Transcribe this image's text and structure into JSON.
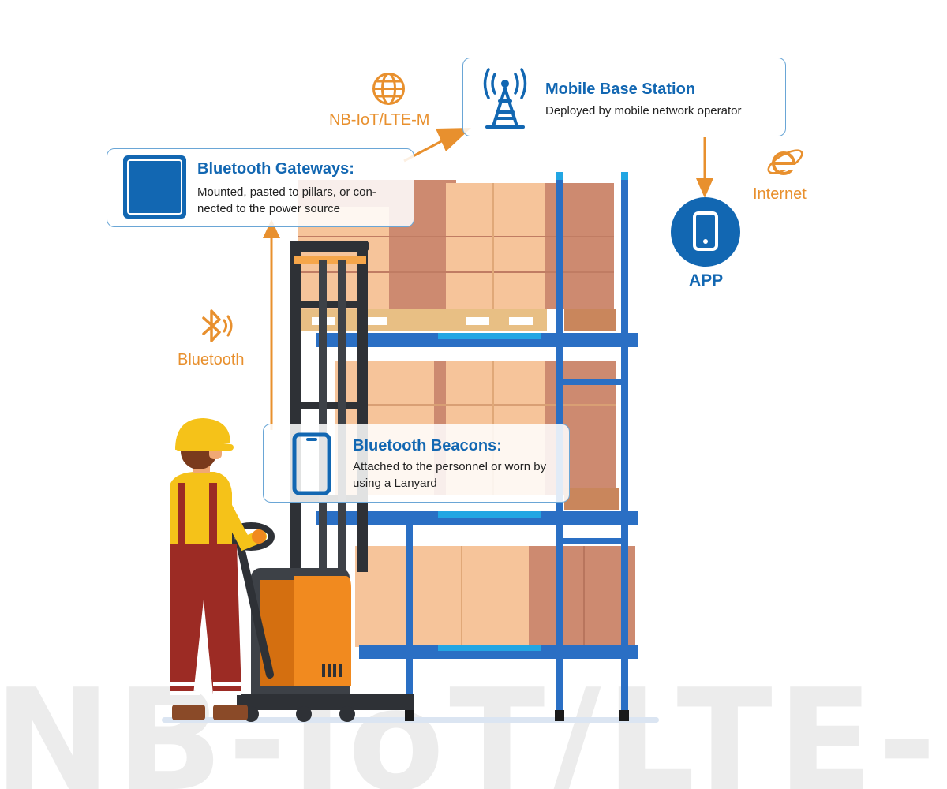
{
  "watermark": "NB-IoT/LTE-M",
  "gateway": {
    "title": "Bluetooth Gateways:",
    "description": "Mounted, pasted to pillars, or con-nected to the power source"
  },
  "base_station": {
    "title": "Mobile Base Station",
    "description": "Deployed by mobile network operator"
  },
  "beacons": {
    "title": "Bluetooth Beacons:",
    "description": "Attached to the personnel or worn by using a Lanyard"
  },
  "labels": {
    "nbiot": "NB-IoT/LTE-M",
    "bluetooth": "Bluetooth",
    "internet": "Internet",
    "app": "APP"
  },
  "icons": {
    "network": "globe-icon",
    "base_station": "radio-tower-icon",
    "gateway": "gateway-square-icon",
    "beacon": "phone-beacon-icon",
    "bluetooth": "bluetooth-icon",
    "internet": "internet-explorer-icon",
    "app": "mobile-phone-icon"
  },
  "colors": {
    "brand_blue": "#1267b2",
    "accent_orange": "#e8902e",
    "rack_blue": "#2a6fc4",
    "box_light": "#f6c49a",
    "box_dark": "#cd8a70",
    "pallet": "#e8bf84",
    "forklift_orange": "#f18a1f",
    "worker_pants": "#9c2b24",
    "worker_shirt": "#f5c219",
    "watermark_gray": "#ececec"
  }
}
